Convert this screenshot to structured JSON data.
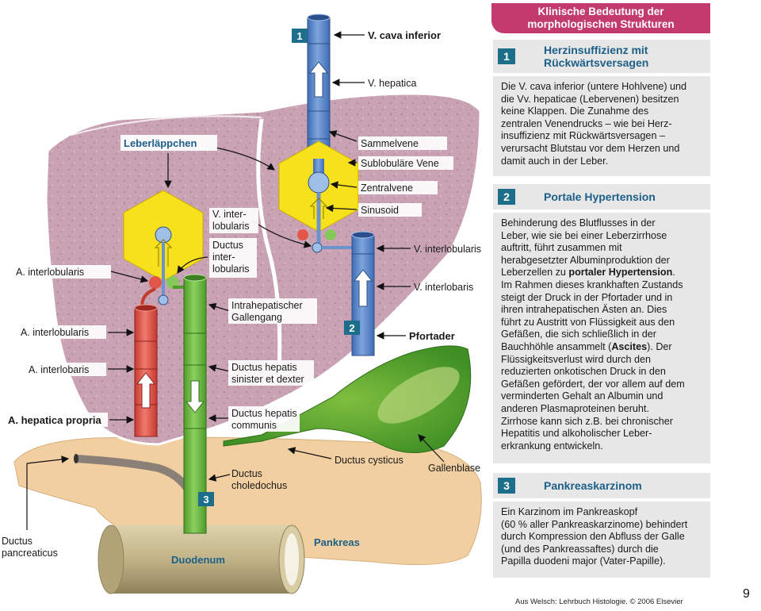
{
  "labels": {
    "v_cava_inferior": "V. cava inferior",
    "v_hepatica": "V. hepatica",
    "sammelvene": "Sammelvene",
    "sublobulaere_vene": "Sublobuläre Vene",
    "zentralvene": "Zentralvene",
    "sinusoid": "Sinusoid",
    "leberlaeppchen": "Leberläppchen",
    "v_interlobularis_left_1": "V. inter-",
    "v_interlobularis_left_2": "lobularis",
    "ductus_interlobularis_1": "Ductus",
    "ductus_interlobularis_2": "inter-",
    "ductus_interlobularis_3": "lobularis",
    "a_interlobularis_1": "A. interlobularis",
    "a_interlobularis_2": "A. interlobularis",
    "a_interlobaris": "A. interlobaris",
    "a_hepatica_propria": "A. hepatica propria",
    "v_interlobularis_right": "V. interlobularis",
    "v_interlobaris": "V. interlobaris",
    "pfortader": "Pfortader",
    "intrahep_gallengang_1": "Intrahepatischer",
    "intrahep_gallengang_2": "Gallengang",
    "ductus_hepatis_sd_1": "Ductus hepatis",
    "ductus_hepatis_sd_2": "sinister et dexter",
    "ductus_hepatis_comm_1": "Ductus hepatis",
    "ductus_hepatis_comm_2": "communis",
    "ductus_cysticus": "Ductus cysticus",
    "gallenblase": "Gallenblase",
    "ductus_choledochus_1": "Ductus",
    "ductus_choledochus_2": "choledochus",
    "ductus_pancreaticus_1": "Ductus",
    "ductus_pancreaticus_2": "pancreaticus",
    "pankreas": "Pankreas",
    "duodenum": "Duodenum",
    "marker_1": "1",
    "marker_2": "2",
    "marker_3": "3"
  },
  "panel": {
    "header": "Klinische Bedeutung der\nmorphologischen Strukturen",
    "sections": [
      {
        "num": "1",
        "title": "Herzinsuffizienz mit\nRückwärtsversagen",
        "body": "Die V. cava inferior (untere Hohlvene) und\ndie Vv. hepaticae (Lebervenen) besitzen\nkeine Klappen. Die Zunahme des\nzentralen Venendrucks – wie bei Herz-\ninsuffizienz mit Rückwärtsversagen –\nverursacht Blutstau vor dem Herzen und\ndamit auch in der Leber."
      },
      {
        "num": "2",
        "title": "Portale Hypertension",
        "body_a": "Behinderung des Blutflusses in der\nLeber, wie sie bei einer Leberzirrhose\nauftritt, führt zusammen mit\nherabgesetzter Albuminproduktion der\nLeberzellen zu ",
        "body_b": "portaler Hypertension",
        "body_c": ".\nIm Rahmen dieses krankhaften Zustands\nsteigt der Druck in der Pfortader und in\nihren intrahepatischen Ästen an. Dies\nführt zu Austritt von Flüssigkeit aus den\nGefäßen, die sich schließlich in der\nBauchhöhle ansammelt (",
        "body_d": "Ascites",
        "body_e": "). Der\nFlüssigkeitsverlust wird durch den\nreduzierten onkotischen Druck in den\nGefäßen gefördert, der vor allem auf dem\nverminderten Gehalt an Albumin und\nanderen Plasmaproteinen beruht.\nZirrhose kann sich z.B. bei chronischer\nHepatitis und alkoholischer Leber-\nerkrankung entwickeln."
      },
      {
        "num": "3",
        "title": "Pankreaskarzinom",
        "body": "Ein Karzinom im Pankreaskopf\n(60 % aller Pankreaskarzinome) behindert\ndurch Kompression den Abfluss der Galle\n(und des Pankreassaftes) durch die\nPapilla duodeni major (Vater-Papille)."
      }
    ]
  },
  "credit": "Aus Welsch: Lehrbuch Histologie. © 2006 Elsevier",
  "page_number": "9",
  "colors": {
    "liver": "#c9a3b3",
    "vein": "#5b86c8",
    "artery": "#e2564a",
    "bile": "#6fbb44",
    "lobule": "#f7e11c",
    "pancreas": "#f1cfa1",
    "duodenum": "#cabd93",
    "accent": "#c23a6e",
    "marker": "#1c6e8a"
  }
}
